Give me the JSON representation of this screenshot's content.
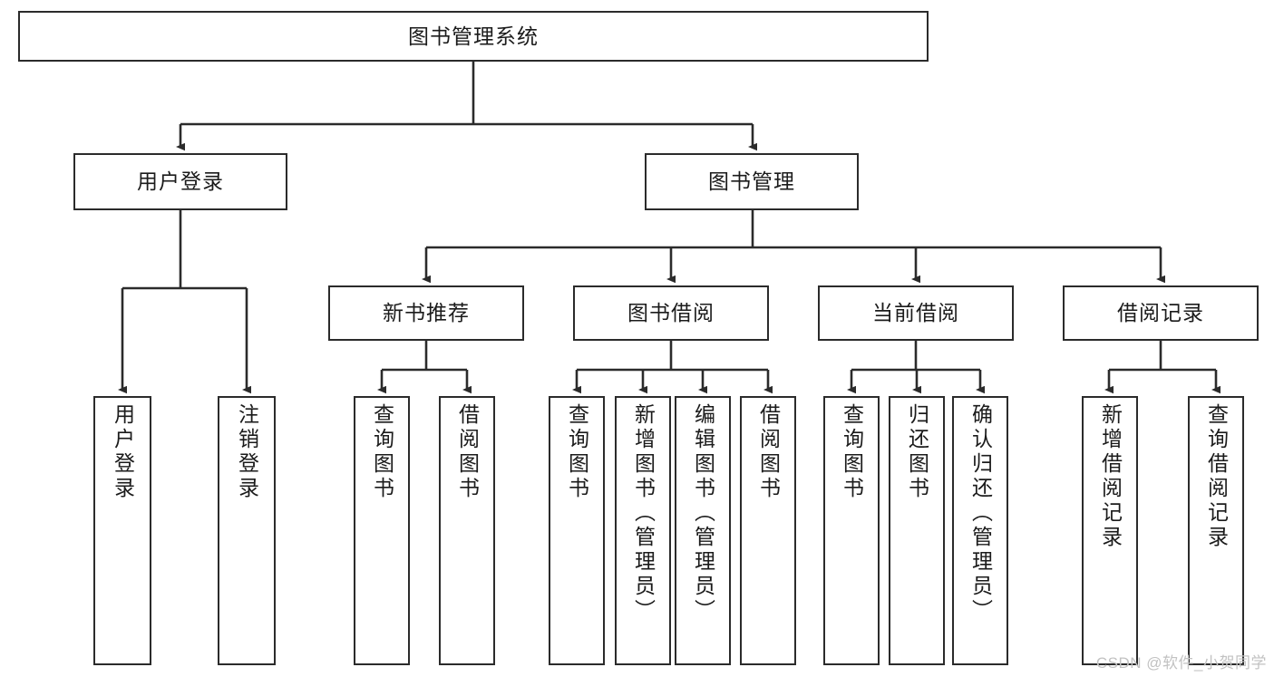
{
  "diagram": {
    "type": "tree",
    "title": "图书管理系统",
    "watermark": "CSDN @软件_小贺同学",
    "colors": {
      "border": "#2b2b2b",
      "background": "#ffffff",
      "text": "#1b1b1b",
      "watermark": "#c2c2c2"
    },
    "nodes": {
      "root": {
        "label": "图书管理系统"
      },
      "level2": [
        {
          "id": "user-login",
          "label": "用户登录"
        },
        {
          "id": "book-management",
          "label": "图书管理"
        }
      ],
      "level3": [
        {
          "id": "new-book-recommend",
          "label": "新书推荐"
        },
        {
          "id": "book-borrow",
          "label": "图书借阅"
        },
        {
          "id": "current-borrow",
          "label": "当前借阅"
        },
        {
          "id": "borrow-record",
          "label": "借阅记录"
        }
      ],
      "leaves": {
        "user_login": [
          {
            "id": "leaf-user-login",
            "label": "用户登录"
          },
          {
            "id": "leaf-logout-login",
            "label": "注销登录"
          }
        ],
        "new_book_recommend": [
          {
            "id": "leaf-query-book-1",
            "label": "查询图书"
          },
          {
            "id": "leaf-borrow-book-1",
            "label": "借阅图书"
          }
        ],
        "book_borrow": [
          {
            "id": "leaf-query-book-2",
            "label": "查询图书"
          },
          {
            "id": "leaf-add-book",
            "label": "新增图书（管理员）"
          },
          {
            "id": "leaf-edit-book",
            "label": "编辑图书（管理员）"
          },
          {
            "id": "leaf-borrow-book-2",
            "label": "借阅图书"
          }
        ],
        "current_borrow": [
          {
            "id": "leaf-query-book-3",
            "label": "查询图书"
          },
          {
            "id": "leaf-return-book",
            "label": "归还图书"
          },
          {
            "id": "leaf-confirm-return",
            "label": "确认归还（管理员）"
          }
        ],
        "borrow_record": [
          {
            "id": "leaf-add-record",
            "label": "新增借阅记录"
          },
          {
            "id": "leaf-query-record",
            "label": "查询借阅记录"
          }
        ]
      }
    }
  }
}
